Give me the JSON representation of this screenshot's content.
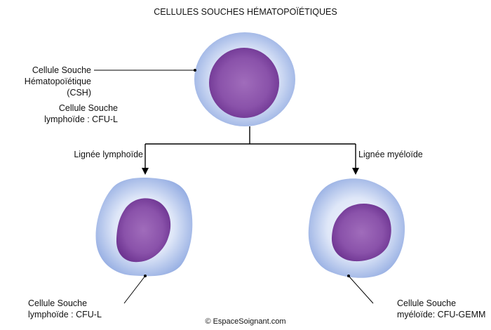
{
  "title": "CELLULES SOUCHES HÉMATOPOÏÉTIQUES",
  "labels": {
    "csh": [
      "Cellule Souche",
      "Hématopoïétique",
      "(CSH)"
    ],
    "csh_sub": [
      "Cellule Souche",
      "lymphoïde : CFU-L"
    ],
    "branch_left": "Lignée lymphoïde",
    "branch_right": "Lignée myéloïde",
    "bottom_left": [
      "Cellule Souche",
      "lymphoïde : CFU-L"
    ],
    "bottom_right": [
      "Cellule Souche",
      "myéloïde: CFU-GEMM"
    ]
  },
  "copyright": "© EspaceSoignant.com",
  "colors": {
    "cytoplasm_edge": "#9db4e6",
    "cytoplasm_center": "#f2f5fd",
    "nucleus_edge": "#6e3592",
    "nucleus_center": "#9a66b5"
  }
}
